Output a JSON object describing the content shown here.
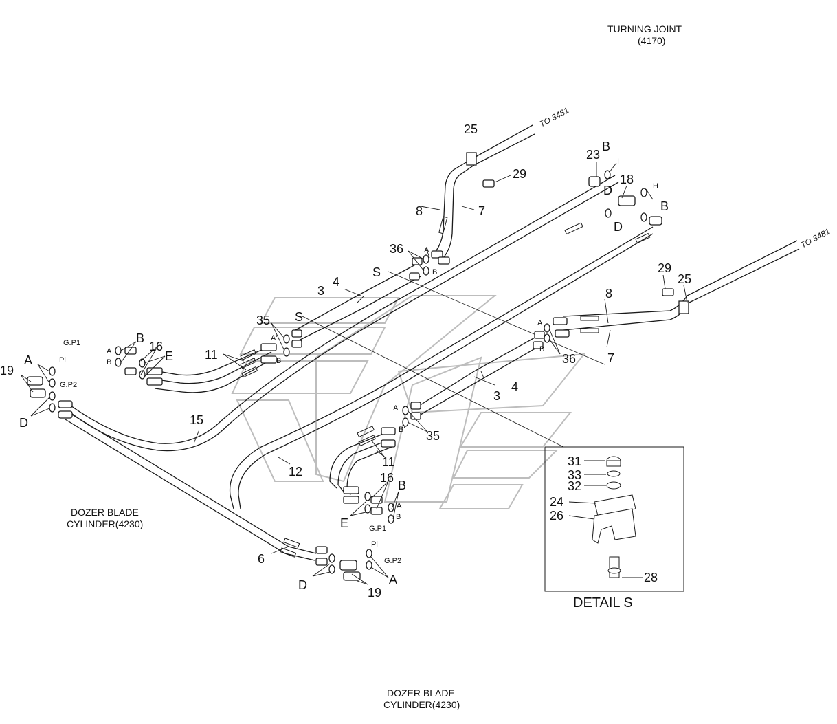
{
  "notes": {
    "turning_joint_title": "TURNING JOINT",
    "turning_joint_code": "(4170)",
    "dozer_left_title": "DOZER BLADE",
    "dozer_left_code": "CYLINDER(4230)",
    "dozer_bottom_title": "DOZER BLADE",
    "dozer_bottom_code": "CYLINDER(4230)",
    "to_3481_top": "TO 3481",
    "to_3481_right": "TO 3481"
  },
  "detail": {
    "title": "DETAIL S"
  },
  "part_numbers": {
    "n3a": "3",
    "n3b": "3",
    "n4a": "4",
    "n4b": "4",
    "n6": "6",
    "n7a": "7",
    "n7b": "7",
    "n8a": "8",
    "n8b": "8",
    "n11a": "11",
    "n11b": "11",
    "n12": "12",
    "n15": "15",
    "n16a": "16",
    "n16b": "16",
    "n18": "18",
    "n19a": "19",
    "n19b": "19",
    "n23": "23",
    "n24": "24",
    "n25a": "25",
    "n25b": "25",
    "n26": "26",
    "n28": "28",
    "n29a": "29",
    "n29b": "29",
    "n31": "31",
    "n32": "32",
    "n33": "33",
    "n35a": "35",
    "n35b": "35",
    "n36a": "36",
    "n36b": "36"
  },
  "port_letters": {
    "S1": "S",
    "S2": "S",
    "A_left": "A",
    "D_left": "D",
    "B_left": "B",
    "E_left": "E",
    "B_mid": "B",
    "E_mid": "E",
    "A_bottom": "A",
    "D_bottom": "D",
    "B_top": "B",
    "D_top1": "D",
    "D_top2": "D",
    "B_top2": "B"
  },
  "small_labels": {
    "gp1_left": "G.P1",
    "pi_left": "Pi",
    "gp2_left": "G.P2",
    "a_left_small": "A",
    "b_left_small": "B",
    "gp1_bot": "G.P1",
    "pi_bot": "Pi",
    "gp2_bot": "G.P2",
    "a_bot_small": "A",
    "b_bot_small": "B",
    "a36_top": "A",
    "b36_top": "B",
    "a36_right": "A",
    "b36_right": "B",
    "a_prime_top": "A'",
    "b_prime_top": "B'",
    "a_prime_mid": "A'",
    "b_prime_mid": "B'",
    "i_top": "I",
    "h_top": "H"
  },
  "colors": {
    "line": "#1a1a1a",
    "watermark": "#c8c8c8"
  }
}
